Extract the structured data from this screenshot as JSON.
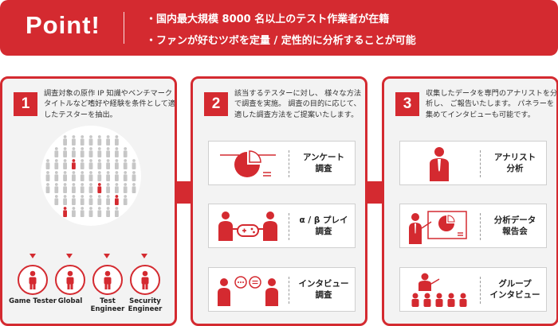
{
  "banner": {
    "title": "Point!",
    "lines": [
      "・国内最大規模 8000 名以上のテスト作業者が在籍",
      "・ファンが好むツボを定量 / 定性的に分析することが可能"
    ]
  },
  "colors": {
    "accent": "#d42a30",
    "panel_bg": "#f3f3f3",
    "figure_gray": "#c7c7c7"
  },
  "steps": [
    {
      "number": "1",
      "text": "調査対象の原作 IP 知識やベンチマークタイトルなど嗜好や経験を条件として適したテスターを抽出。",
      "segments": [
        {
          "icon": "person-icon",
          "label": "Game\nTester"
        },
        {
          "icon": "person-icon",
          "label": "Global"
        },
        {
          "icon": "person-icon",
          "label": "Test\nEngineer"
        },
        {
          "icon": "person-icon",
          "label": "Security\nEngineer"
        }
      ]
    },
    {
      "number": "2",
      "text": "該当するテスターに対し、 様々な方法で調査を実施。 調査の目的に応じて、適した調査方法をご提案いたします。",
      "methods": [
        {
          "icon": "pie-chart-icon",
          "label": "アンケート\n調査"
        },
        {
          "icon": "gamers-icon",
          "label": "α / β プレイ\n調査"
        },
        {
          "icon": "interview-icon",
          "label": "インタビュー\n調査"
        }
      ]
    },
    {
      "number": "3",
      "text": "収集したデータを専門のアナリストを分析し、 ご報告いたします。 パネラーを集めてインタビューも可能です。",
      "outputs": [
        {
          "icon": "analyst-icon",
          "label": "アナリスト\n分析"
        },
        {
          "icon": "presentation-icon",
          "label": "分析データ\n報告会"
        },
        {
          "icon": "group-icon",
          "label": "グループ\nインタビュー"
        }
      ]
    }
  ]
}
